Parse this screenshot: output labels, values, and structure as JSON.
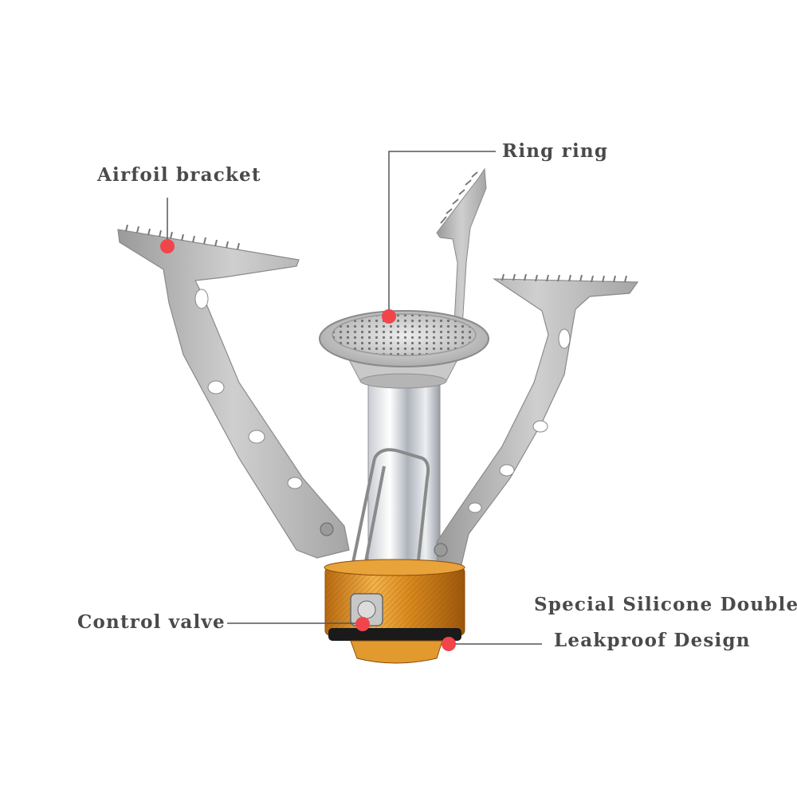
{
  "labels": {
    "airfoil_bracket": "Airfoil bracket",
    "ring_ring": "Ring ring",
    "control_valve": "Control valve",
    "silicone_line1": "Special Silicone Double",
    "silicone_line2": "Leakproof Design"
  },
  "colors": {
    "background": "#ffffff",
    "label_text": "#4a4a4a",
    "leader_line": "#555555",
    "marker_dot": "#f0464b",
    "steel": "#b8b8b8",
    "brass": "#d7891f"
  }
}
